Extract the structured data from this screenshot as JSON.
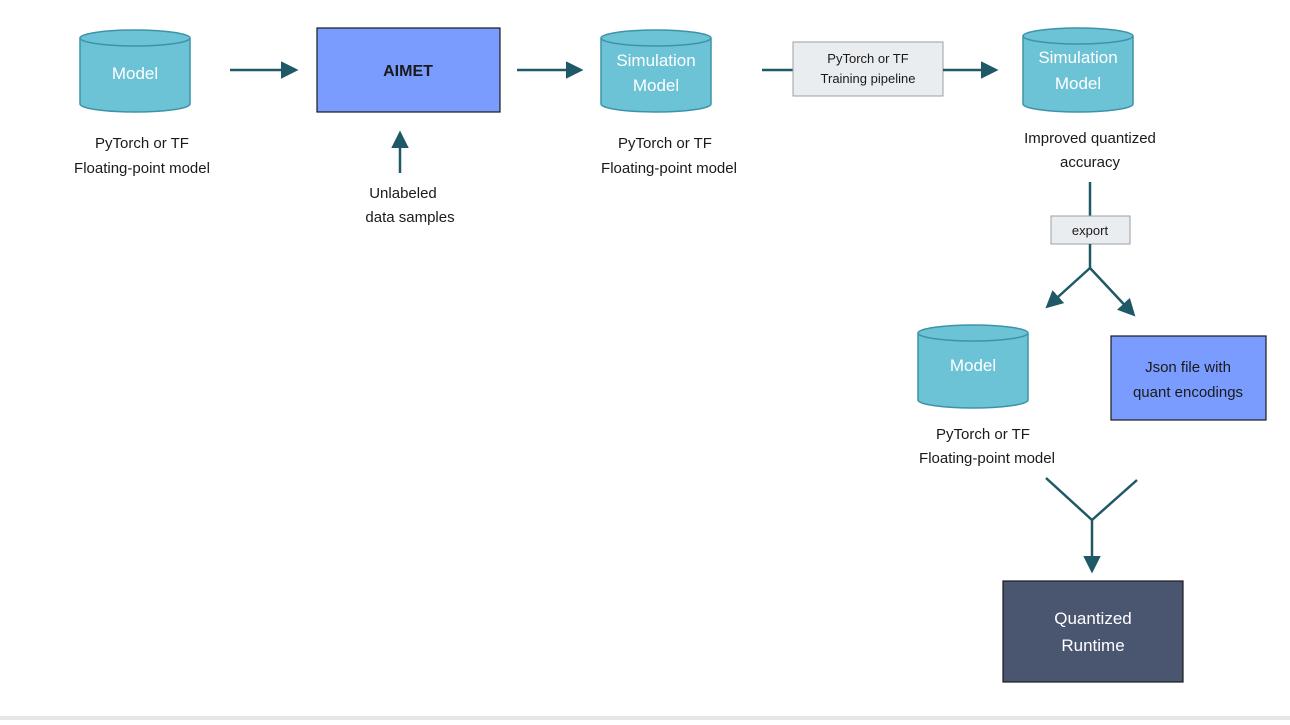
{
  "colors": {
    "cylinder_fill": "#6cc3d5",
    "cylinder_stroke": "#3d94a8",
    "box_blue": "#7b9cff",
    "box_dark": "#4a5570",
    "label_box": "#eaedf0",
    "arrow": "#1f5866",
    "text": "#1a1a1a"
  },
  "nodes": {
    "model_input": {
      "title": "Model",
      "caption": [
        "PyTorch or TF",
        "Floating-point model"
      ]
    },
    "aimet": {
      "title": "AIMET"
    },
    "unlabeled_data": {
      "caption": [
        "Unlabeled",
        "data samples"
      ]
    },
    "sim_model_1": {
      "title": [
        "Simulation",
        "Model"
      ],
      "caption": [
        "PyTorch or TF",
        "Floating-point model"
      ]
    },
    "training_pipeline": {
      "label": [
        "PyTorch or TF",
        "Training pipeline"
      ]
    },
    "sim_model_2": {
      "title": [
        "Simulation",
        "Model"
      ],
      "caption": [
        "Improved quantized",
        "accuracy"
      ]
    },
    "export": {
      "label": "export"
    },
    "model_output": {
      "title": "Model",
      "caption": [
        "PyTorch or TF",
        "Floating-point model"
      ]
    },
    "json_file": {
      "title": [
        "Json file with",
        "quant encodings"
      ]
    },
    "quantized_runtime": {
      "title": [
        "Quantized",
        "Runtime"
      ]
    }
  }
}
